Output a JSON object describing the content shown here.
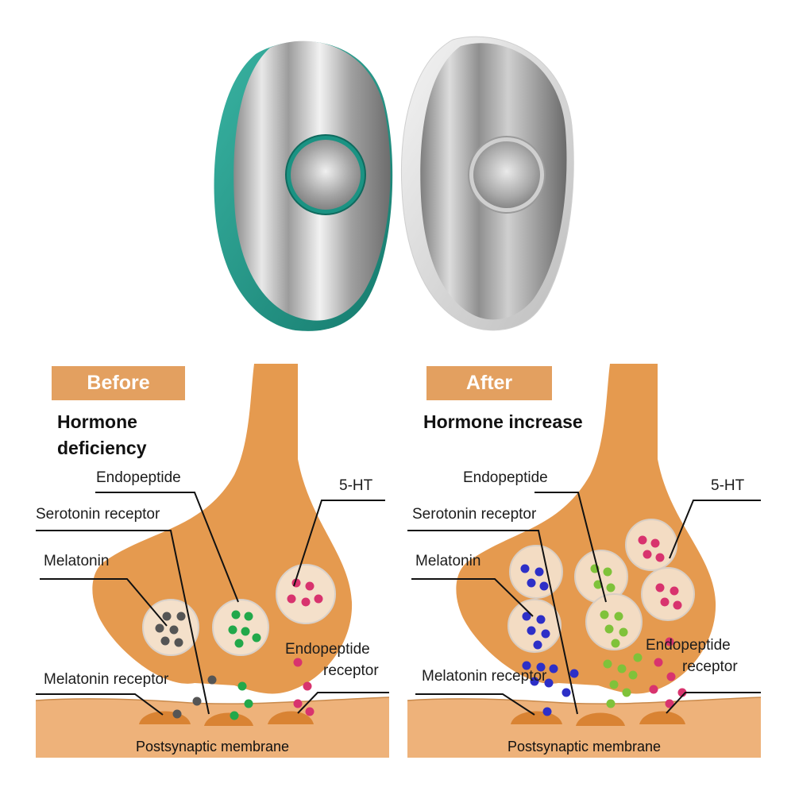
{
  "devices": [
    {
      "name": "green-device",
      "body_color": "#1f9c8c",
      "ring_color": "#1f9c8c"
    },
    {
      "name": "silver-device",
      "body_color": "#dcdcdc",
      "ring_color": "#b5b5b5"
    }
  ],
  "colors": {
    "badge": "#e3a060",
    "tissue": "#e59a4f",
    "tissue_dark": "#d98333",
    "melatonin": "#555555",
    "endopeptide": "#22a84a",
    "serotonin": "#d8336e",
    "melatonin_after": "#2d2fc7",
    "endopeptide_after": "#7fc23a"
  },
  "before": {
    "badge": "Before",
    "subtitle_line1": "Hormone",
    "subtitle_line2": "deficiency",
    "labels": {
      "endopeptide": "Endopeptide",
      "serotonin_receptor": "Serotonin receptor",
      "five_ht": "5-HT",
      "melatonin": "Melatonin",
      "endopeptide_receptor_1": "Endopeptide",
      "endopeptide_receptor_2": "receptor",
      "melatonin_receptor": "Melatonin receptor",
      "membrane": "Postsynaptic membrane"
    }
  },
  "after": {
    "badge": "After",
    "subtitle": "Hormone increase",
    "labels": {
      "endopeptide": "Endopeptide",
      "serotonin_receptor": "Serotonin receptor",
      "five_ht": "5-HT",
      "melatonin": "Melatonin",
      "endopeptide_receptor_1": "Endopeptide",
      "endopeptide_receptor_2": "receptor",
      "melatonin_receptor": "Melatonin receptor",
      "membrane": "Postsynaptic membrane"
    }
  }
}
